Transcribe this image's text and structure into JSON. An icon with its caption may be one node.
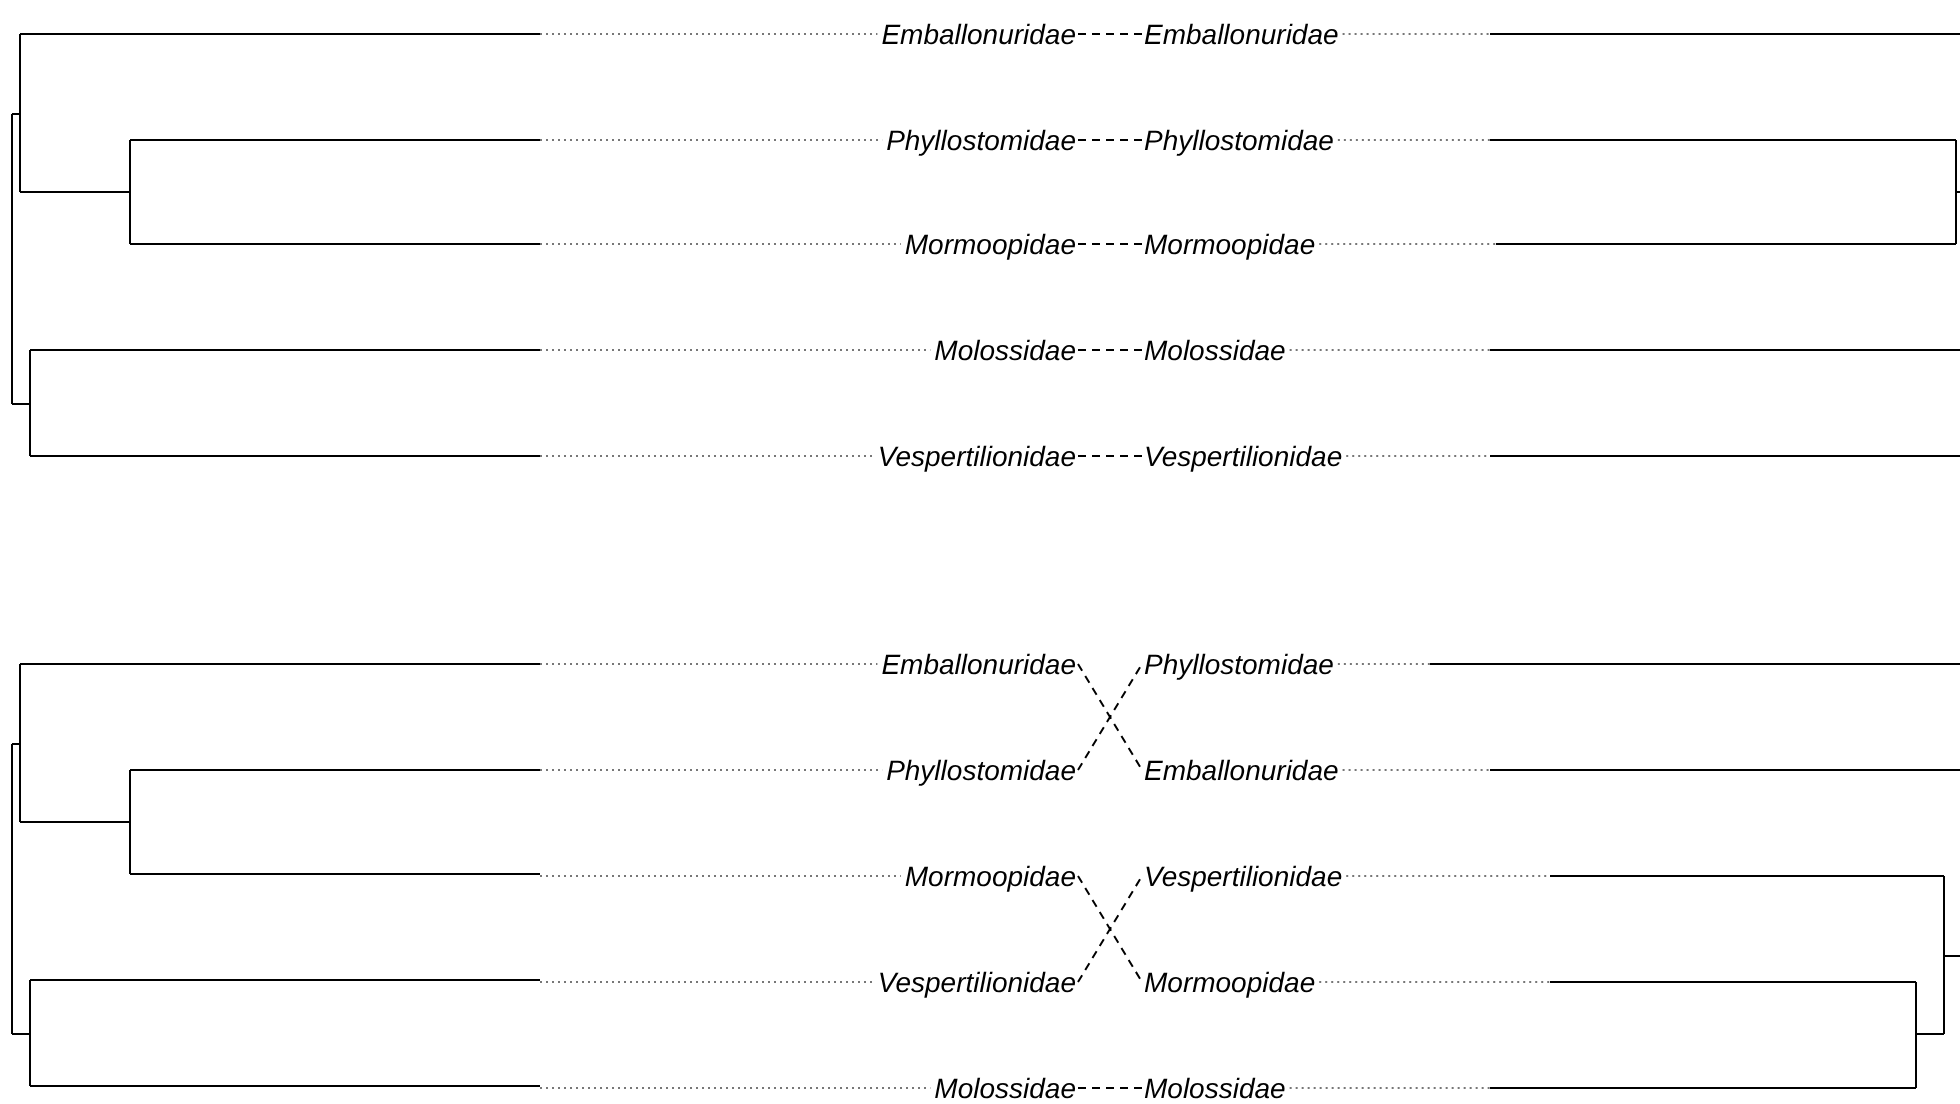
{
  "diagram": {
    "nodes": [
      {
        "text": [
          "Emballonuridae"
        ]
      },
      {
        "text": [
          "Phyllostomidae"
        ]
      },
      {
        "text": [
          "Mormoopidae"
        ]
      },
      {
        "text": [
          "Molossidae"
        ]
      },
      {
        "text": [
          "Vespertilionidae"
        ]
      },
      {
        "text": [
          "Emballonuridae"
        ]
      },
      {
        "text": [
          "Phyllostomidae"
        ]
      },
      {
        "text": [
          "Mormoopidae"
        ]
      },
      {
        "text": [
          "Molossidae"
        ]
      },
      {
        "text": [
          "Vespertilionidae"
        ]
      },
      {
        "text": [
          "Emballonuridae"
        ]
      },
      {
        "text": [
          "Phyllostomidae"
        ]
      },
      {
        "text": [
          "Mormoopidae"
        ]
      },
      {
        "text": [
          "Vespertilionidae"
        ]
      },
      {
        "text": [
          "Molossidae"
        ]
      },
      {
        "text": [
          "Phyllostomidae"
        ]
      },
      {
        "text": [
          "Emballonuridae"
        ]
      },
      {
        "text": [
          "Vespertilionidae"
        ]
      },
      {
        "text": [
          "Mormoopidae"
        ]
      },
      {
        "text": [
          "Molossidae"
        ]
      }
    ],
    "edges": [
      {
        "from": 0,
        "to": 5,
        "arrow": "none",
        "style": "dashed"
      },
      {
        "from": 1,
        "to": 6,
        "arrow": "none",
        "style": "dashed"
      },
      {
        "from": 2,
        "to": 7,
        "arrow": "none",
        "style": "dashed"
      },
      {
        "from": 3,
        "to": 8,
        "arrow": "none",
        "style": "dashed"
      },
      {
        "from": 4,
        "to": 9,
        "arrow": "none",
        "style": "dashed"
      },
      {
        "from": 10,
        "to": 16,
        "arrow": "none",
        "style": "dashed"
      },
      {
        "from": 11,
        "to": 15,
        "arrow": "none",
        "style": "dashed"
      },
      {
        "from": 12,
        "to": 18,
        "arrow": "none",
        "style": "dashed"
      },
      {
        "from": 13,
        "to": 17,
        "arrow": "none",
        "style": "dashed"
      },
      {
        "from": 14,
        "to": 19,
        "arrow": "none",
        "style": "dashed"
      }
    ]
  }
}
